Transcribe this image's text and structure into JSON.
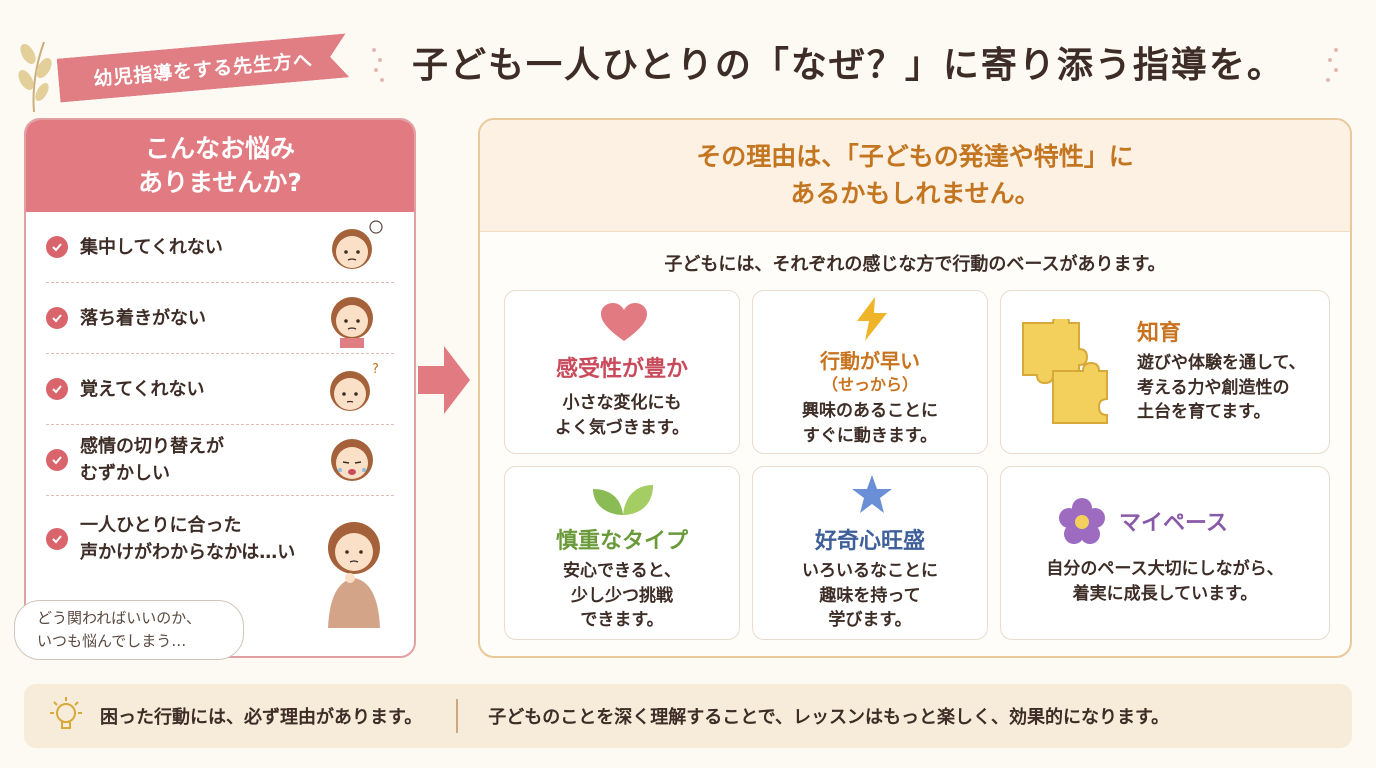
{
  "header": {
    "ribbon": "幼児指導をする先生方へ",
    "title": "子ども一人ひとりの「なぜ？」に寄り添う指導を。"
  },
  "left": {
    "heading_line1": "こんなお悩み",
    "heading_line2": "ありませんか?",
    "items": [
      {
        "text": "集中してくれない"
      },
      {
        "text": "落ち着きがない"
      },
      {
        "text": "覚えてくれない"
      },
      {
        "text": "感情の切り替えが\nむずかしい"
      },
      {
        "text": "一人ひとりに合った\n声かけがわからなかは…い"
      }
    ],
    "bubble_line1": "どう関わればいいのか、",
    "bubble_line2": "いつも悩んでしまう…"
  },
  "right": {
    "heading_line1": "その理由は、「子どもの発達や特性」に",
    "heading_line2": "あるかもしれません。",
    "subheading": "子どもには、それぞれの感じな方で行動のベースがあります。",
    "cards": [
      {
        "title": "感受性が豊か",
        "desc1": "小さな変化にも",
        "desc2": "よく気づきます。",
        "color": "#c94a5a",
        "icon": "heart-icon"
      },
      {
        "title": "行動が早い",
        "title2": "（せっから）",
        "desc1": "興味のあることに",
        "desc2": "すぐに動きます。",
        "color": "#c9731f",
        "icon": "lightning-icon"
      },
      {
        "title": "知育",
        "desc1": "遊びや体験を通して、",
        "desc2": "考える力や創造性の",
        "desc3": "土台を育てます。",
        "color": "#c9731f",
        "icon": "puzzle-icon"
      },
      {
        "title": "慎重なタイプ",
        "desc1": "安心できると、",
        "desc2": "少し少つ挑戦",
        "desc3": "できます。",
        "color": "#6a9a3a",
        "icon": "sprout-icon"
      },
      {
        "title": "好奇心旺盛",
        "desc1": "いろいるなことに",
        "desc2": "趣味を持って",
        "desc3": "学びます。",
        "color": "#3f5f9a",
        "icon": "star-icon"
      },
      {
        "title": "マイペース",
        "desc1": "自分のペース大切にしながら、",
        "desc2": "着実に成長しています。",
        "color": "#8a5aa8",
        "icon": "flower-icon"
      }
    ]
  },
  "footer": {
    "left": "困った行動には、必ず理由があります。",
    "right": "子どものことを深く理解することで、レッスンはもっと楽しく、効果的になります。"
  }
}
